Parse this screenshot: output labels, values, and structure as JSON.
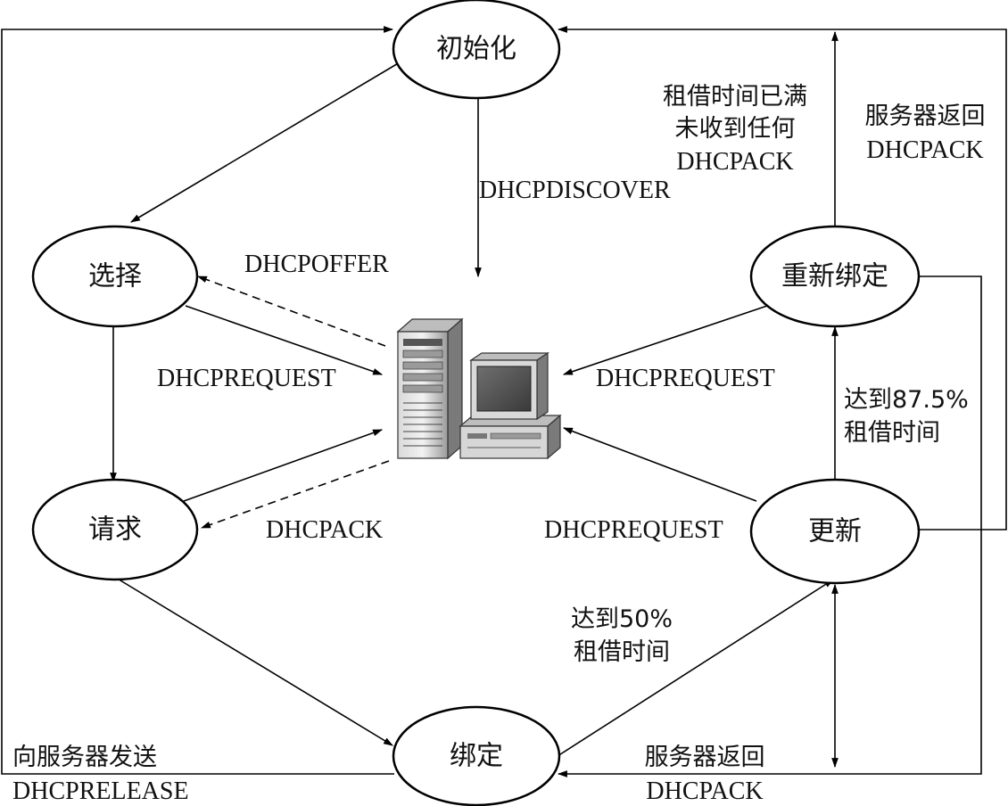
{
  "nodes": {
    "init": "初始化",
    "select": "选择",
    "request": "请求",
    "bound": "绑定",
    "rebind": "重新绑定",
    "renew": "更新"
  },
  "labels": {
    "discover": "DHCPDISCOVER",
    "offer": "DHCPOFFER",
    "request_left": "DHCPREQUEST",
    "ack_left": "DHCPACK",
    "request_right_top": "DHCPREQUEST",
    "request_right_bottom": "DHCPREQUEST",
    "lease_expired": [
      "租借时间已满",
      "未收到任何",
      "DHCPACK"
    ],
    "server_ack_top": [
      "服务器返回",
      "DHCPACK"
    ],
    "reach_875": [
      "达到87.5%",
      "租借时间"
    ],
    "reach_50": [
      "达到50%",
      "租借时间"
    ],
    "release": [
      "向服务器发送",
      "DHCPRELEASE"
    ],
    "server_ack_bottom": [
      "服务器返回",
      "DHCPACK"
    ]
  },
  "icons": {
    "server": "server-tower-icon",
    "client": "desktop-computer-icon"
  }
}
